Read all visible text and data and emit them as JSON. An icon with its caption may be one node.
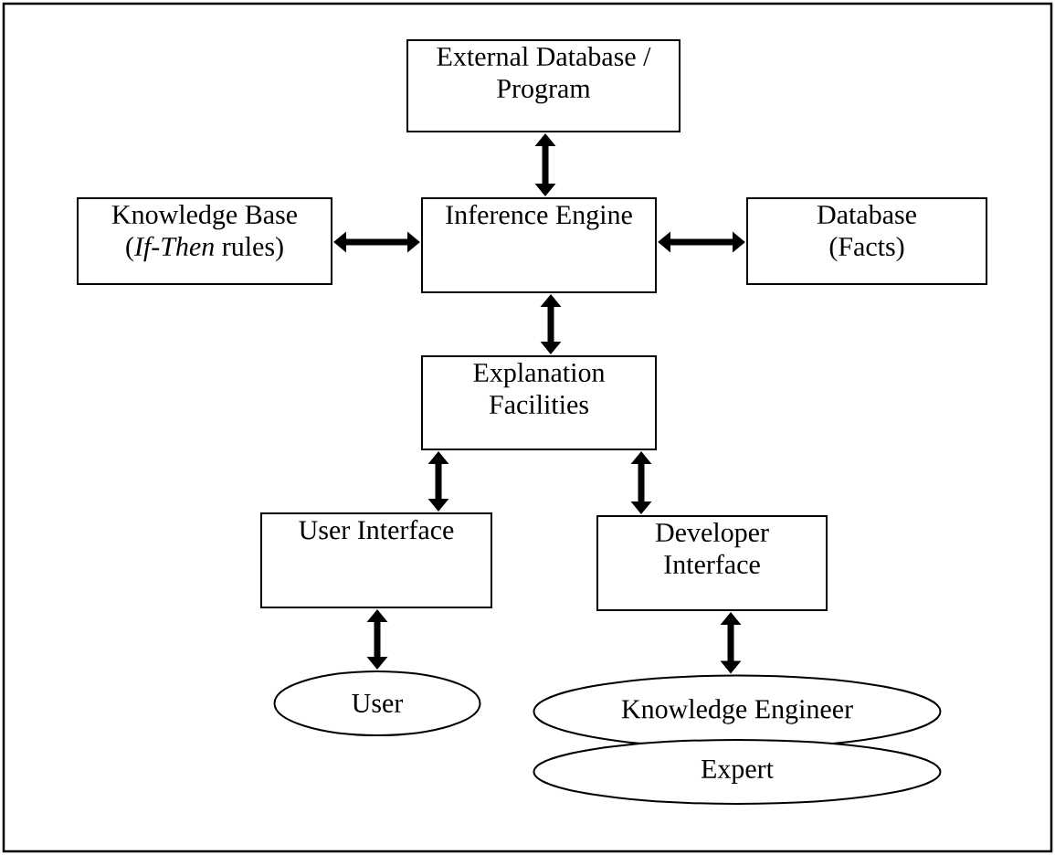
{
  "diagram": {
    "nodes": [
      {
        "text": [
          "External Database / Program"
        ]
      },
      {
        "text": [
          "Knowledge Base (*If-Then* rules)"
        ]
      },
      {
        "text": [
          "Inference Engine"
        ]
      },
      {
        "text": [
          "Database (Facts)"
        ]
      },
      {
        "text": [
          "Explanation Facilities"
        ]
      },
      {
        "text": [
          "User Interface"
        ]
      },
      {
        "text": [
          "Developer Interface"
        ]
      },
      {
        "text": [
          "User"
        ]
      },
      {
        "text": [
          "Knowledge Engineer"
        ]
      },
      {
        "text": [
          "Expert"
        ]
      }
    ],
    "edges": [
      {
        "from": 0,
        "to": 2,
        "arrow": "both"
      },
      {
        "from": 1,
        "to": 2,
        "arrow": "both"
      },
      {
        "from": 2,
        "to": 3,
        "arrow": "both"
      },
      {
        "from": 2,
        "to": 4,
        "arrow": "both"
      },
      {
        "from": 4,
        "to": 5,
        "arrow": "both"
      },
      {
        "from": 4,
        "to": 6,
        "arrow": "both"
      },
      {
        "from": 5,
        "to": 7,
        "arrow": "both"
      },
      {
        "from": 6,
        "to": 8,
        "arrow": "both"
      }
    ]
  }
}
